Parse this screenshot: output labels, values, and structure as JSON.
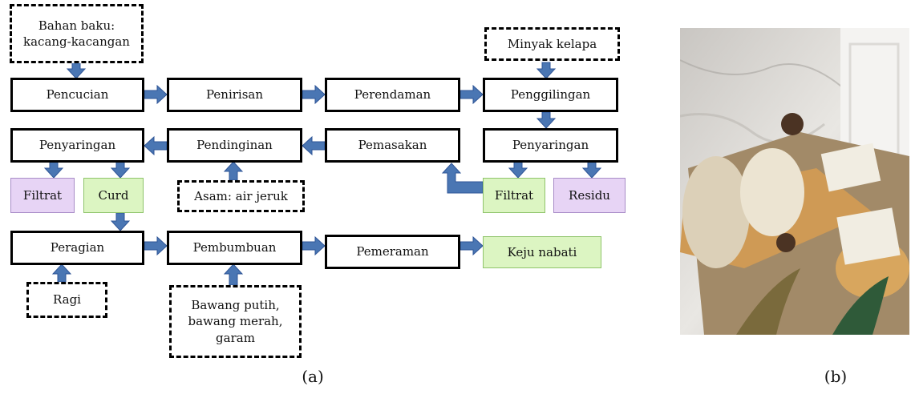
{
  "boxes": {
    "bahan_baku": "Bahan baku:\nkacang-kacangan",
    "minyak_kelapa": "Minyak kelapa",
    "pencucian": "Pencucian",
    "penirisan": "Penirisan",
    "perendaman": "Perendaman",
    "penggilingan": "Penggilingan",
    "penyaringan_2": "Penyaringan",
    "pemasakan": "Pemasakan",
    "pendinginan": "Pendinginan",
    "penyaringan_1": "Penyaringan",
    "filtrat_1": "Filtrat",
    "curd": "Curd",
    "asam": "Asam: air jeruk",
    "filtrat_2": "Filtrat",
    "residu": "Residu",
    "peragian": "Peragian",
    "pembumbuan": "Pembumbuan",
    "pemeraman": "Pemeraman",
    "keju_nabati": "Keju nabati",
    "ragi": "Ragi",
    "bumbu": "Bawang putih,\nbawang merah,\ngaram"
  },
  "captions": {
    "a": "(a)",
    "b": "(b)"
  },
  "colors": {
    "arrow": "#4a76b3",
    "arrow_edge": "#2f5597",
    "product": "#dcf5c2",
    "byproduct": "#e7d4f5"
  }
}
